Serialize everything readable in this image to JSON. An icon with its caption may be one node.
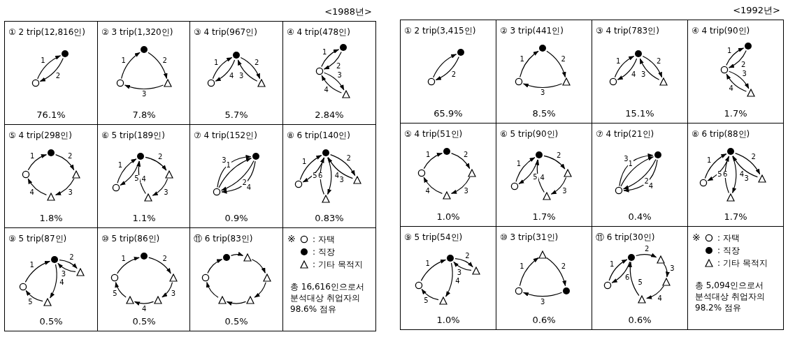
{
  "diagram": {
    "nodes": [
      {
        "text": [
          "<1988년>"
        ]
      },
      {
        "text": [
          "① 2 trip(12,816인)",
          "76.1%"
        ],
        "in": 0
      },
      {
        "text": [],
        "shape": "dot",
        "in": 1
      },
      {
        "text": [],
        "shape": "circle",
        "in": 1
      },
      {
        "text": [
          "② 3 trip(1,320인)",
          "7.8%"
        ],
        "in": 0
      },
      {
        "text": [],
        "shape": "dot",
        "in": 4
      },
      {
        "text": [],
        "shape": "circle",
        "in": 4
      },
      {
        "text": [],
        "shape": "triangle",
        "in": 4
      },
      {
        "text": [
          "③ 4 trip(967인)",
          "5.7%"
        ],
        "in": 0
      },
      {
        "text": [],
        "shape": "dot",
        "in": 8
      },
      {
        "text": [],
        "shape": "circle",
        "in": 8
      },
      {
        "text": [],
        "shape": "triangle",
        "in": 8
      },
      {
        "text": [
          "④ 4 trip(478인)",
          "2.84%"
        ],
        "in": 0
      },
      {
        "text": [],
        "shape": "dot",
        "in": 12
      },
      {
        "text": [],
        "shape": "circle",
        "in": 12
      },
      {
        "text": [],
        "shape": "triangle",
        "in": 12
      },
      {
        "text": [
          "⑤ 4 trip(298인)",
          "1.8%"
        ],
        "in": 0
      },
      {
        "text": [],
        "shape": "dot",
        "in": 16
      },
      {
        "text": [],
        "shape": "circle",
        "in": 16
      },
      {
        "text": [],
        "shape": "triangle",
        "in": 16
      },
      {
        "text": [],
        "shape": "triangle",
        "in": 16
      },
      {
        "text": [
          "⑥ 5 trip(189인)",
          "1.1%"
        ],
        "in": 0
      },
      {
        "text": [],
        "shape": "dot",
        "in": 21
      },
      {
        "text": [],
        "shape": "triangle",
        "in": 21
      },
      {
        "text": [],
        "shape": "circle",
        "in": 21
      },
      {
        "text": [],
        "shape": "triangle",
        "in": 21
      },
      {
        "text": [
          "⑦ 4 trip(152인)",
          "0.9%"
        ],
        "in": 0
      },
      {
        "text": [],
        "shape": "dot",
        "in": 26
      },
      {
        "text": [],
        "shape": "circle",
        "in": 26
      },
      {
        "text": [
          "⑧ 6 trip(140인)",
          "0.83%"
        ],
        "in": 0
      },
      {
        "text": [],
        "shape": "dot",
        "in": 29
      },
      {
        "text": [],
        "shape": "triangle",
        "in": 29
      },
      {
        "text": [],
        "shape": "circle",
        "in": 29
      },
      {
        "text": [],
        "shape": "triangle",
        "in": 29
      },
      {
        "text": [
          "⑨ 5 trip(87인)",
          "0.5%"
        ],
        "in": 0
      },
      {
        "text": [],
        "shape": "dot",
        "in": 34
      },
      {
        "text": [],
        "shape": "triangle",
        "in": 34
      },
      {
        "text": [],
        "shape": "circle",
        "in": 34
      },
      {
        "text": [],
        "shape": "triangle",
        "in": 34
      },
      {
        "text": [
          "⑩ 5 trip(86인)",
          "0.5%"
        ],
        "in": 0
      },
      {
        "text": [],
        "shape": "dot",
        "in": 39
      },
      {
        "text": [],
        "shape": "circle",
        "in": 39
      },
      {
        "text": [],
        "shape": "triangle",
        "in": 39
      },
      {
        "text": [],
        "shape": "triangle",
        "in": 39
      },
      {
        "text": [],
        "shape": "triangle",
        "in": 39
      },
      {
        "text": [
          "⑪ 6 trip(83인)",
          "0.5%"
        ],
        "in": 0
      },
      {
        "text": [],
        "shape": "dot",
        "in": 45
      },
      {
        "text": [],
        "shape": "triangle",
        "in": 45
      },
      {
        "text": [],
        "shape": "circle",
        "in": 45
      },
      {
        "text": [],
        "shape": "triangle",
        "in": 45
      },
      {
        "text": [],
        "shape": "triangle",
        "in": 45
      },
      {
        "text": [],
        "shape": "triangle",
        "in": 45
      },
      {
        "text": [
          "총 16,616인으로서 분석대상 취업자의 98.6% 점유"
        ],
        "in": 0
      },
      {
        "text": [
          "<1992년>"
        ]
      },
      {
        "text": [
          "① 2 trip(3,415인)",
          "65.9%"
        ],
        "in": 53
      },
      {
        "text": [],
        "shape": "dot",
        "in": 54
      },
      {
        "text": [],
        "shape": "circle",
        "in": 54
      },
      {
        "text": [
          "② 3 trip(441인)",
          "8.5%"
        ],
        "in": 53
      },
      {
        "text": [],
        "shape": "dot",
        "in": 57
      },
      {
        "text": [],
        "shape": "circle",
        "in": 57
      },
      {
        "text": [],
        "shape": "triangle",
        "in": 57
      },
      {
        "text": [
          "③ 4 trip(783인)",
          "15.1%"
        ],
        "in": 53
      },
      {
        "text": [],
        "shape": "dot",
        "in": 61
      },
      {
        "text": [],
        "shape": "circle",
        "in": 61
      },
      {
        "text": [],
        "shape": "triangle",
        "in": 61
      },
      {
        "text": [
          "④ 4 trip(90인)",
          "1.7%"
        ],
        "in": 53
      },
      {
        "text": [],
        "shape": "dot",
        "in": 65
      },
      {
        "text": [],
        "shape": "circle",
        "in": 65
      },
      {
        "text": [],
        "shape": "triangle",
        "in": 65
      },
      {
        "text": [
          "⑤ 4 trip(51인)",
          "1.0%"
        ],
        "in": 53
      },
      {
        "text": [],
        "shape": "dot",
        "in": 69
      },
      {
        "text": [],
        "shape": "circle",
        "in": 69
      },
      {
        "text": [],
        "shape": "triangle",
        "in": 69
      },
      {
        "text": [],
        "shape": "triangle",
        "in": 69
      },
      {
        "text": [
          "⑥ 5 trip(90인)",
          "1.7%"
        ],
        "in": 53
      },
      {
        "text": [],
        "shape": "dot",
        "in": 74
      },
      {
        "text": [],
        "shape": "triangle",
        "in": 74
      },
      {
        "text": [],
        "shape": "circle",
        "in": 74
      },
      {
        "text": [],
        "shape": "triangle",
        "in": 74
      },
      {
        "text": [
          "⑦ 4 trip(21인)",
          "0.4%"
        ],
        "in": 53
      },
      {
        "text": [],
        "shape": "dot",
        "in": 79
      },
      {
        "text": [],
        "shape": "circle",
        "in": 79
      },
      {
        "text": [
          "⑧ 6 trip(88인)",
          "1.7%"
        ],
        "in": 53
      },
      {
        "text": [],
        "shape": "dot",
        "in": 82
      },
      {
        "text": [],
        "shape": "triangle",
        "in": 82
      },
      {
        "text": [],
        "shape": "circle",
        "in": 82
      },
      {
        "text": [],
        "shape": "triangle",
        "in": 82
      },
      {
        "text": [
          "⑨ 5 trip(54인)",
          "1.0%"
        ],
        "in": 53
      },
      {
        "text": [],
        "shape": "dot",
        "in": 87
      },
      {
        "text": [],
        "shape": "triangle",
        "in": 87
      },
      {
        "text": [],
        "shape": "circle",
        "in": 87
      },
      {
        "text": [],
        "shape": "triangle",
        "in": 87
      },
      {
        "text": [
          "⑩ 3 trip(31인)",
          "0.6%"
        ],
        "in": 53
      },
      {
        "text": [],
        "shape": "triangle",
        "in": 92
      },
      {
        "text": [],
        "shape": "circle",
        "in": 92
      },
      {
        "text": [],
        "shape": "dot",
        "in": 92
      },
      {
        "text": [
          "⑪ 6 trip(30인)",
          "0.6%"
        ],
        "in": 53
      },
      {
        "text": [],
        "shape": "dot",
        "in": 96
      },
      {
        "text": [],
        "shape": "triangle",
        "in": 96
      },
      {
        "text": [],
        "shape": "circle",
        "in": 96
      },
      {
        "text": [],
        "shape": "triangle",
        "in": 96
      },
      {
        "text": [],
        "shape": "triangle",
        "in": 96
      },
      {
        "text": [
          "총 5,094인으로서 분석대상 취업자의 98.2% 점유"
        ],
        "in": 53
      }
    ],
    "edges": [
      {
        "from": 3,
        "to": 2,
        "arrow": "to",
        "label": "1"
      },
      {
        "from": 2,
        "to": 3,
        "arrow": "to",
        "label": "2"
      },
      {
        "from": 6,
        "to": 5,
        "arrow": "to",
        "label": "1"
      },
      {
        "from": 5,
        "to": 7,
        "arrow": "to",
        "label": "2"
      },
      {
        "from": 7,
        "to": 6,
        "arrow": "to",
        "label": "3"
      },
      {
        "from": 10,
        "to": 9,
        "arrow": "to",
        "label": "1"
      },
      {
        "from": 9,
        "to": 11,
        "arrow": "to",
        "label": "2"
      },
      {
        "from": 11,
        "to": 9,
        "arrow": "to",
        "label": "3"
      },
      {
        "from": 9,
        "to": 10,
        "arrow": "to",
        "label": "4"
      },
      {
        "from": 14,
        "to": 13,
        "arrow": "to",
        "label": "1"
      },
      {
        "from": 13,
        "to": 14,
        "arrow": "to",
        "label": "2"
      },
      {
        "from": 14,
        "to": 15,
        "arrow": "to",
        "label": "3"
      },
      {
        "from": 15,
        "to": 14,
        "arrow": "to",
        "label": "4"
      },
      {
        "from": 18,
        "to": 17,
        "arrow": "to",
        "label": "1"
      },
      {
        "from": 17,
        "to": 19,
        "arrow": "to",
        "label": "2"
      },
      {
        "from": 19,
        "to": 20,
        "arrow": "to",
        "label": "3"
      },
      {
        "from": 20,
        "to": 18,
        "arrow": "to",
        "label": "4"
      },
      {
        "from": 24,
        "to": 22,
        "arrow": "to",
        "label": "1"
      },
      {
        "from": 22,
        "to": 23,
        "arrow": "to",
        "label": "2"
      },
      {
        "from": 23,
        "to": 25,
        "arrow": "to",
        "label": "3"
      },
      {
        "from": 25,
        "to": 22,
        "arrow": "to",
        "label": "4"
      },
      {
        "from": 22,
        "to": 24,
        "arrow": "to",
        "label": "5"
      },
      {
        "from": 28,
        "to": 27,
        "arrow": "to",
        "label": "1"
      },
      {
        "from": 27,
        "to": 28,
        "arrow": "to",
        "label": "2"
      },
      {
        "from": 28,
        "to": 27,
        "arrow": "to",
        "label": "3"
      },
      {
        "from": 27,
        "to": 28,
        "arrow": "to",
        "label": "4"
      },
      {
        "from": 32,
        "to": 30,
        "arrow": "to",
        "label": "1"
      },
      {
        "from": 30,
        "to": 31,
        "arrow": "to",
        "label": "2"
      },
      {
        "from": 31,
        "to": 30,
        "arrow": "to",
        "label": "3"
      },
      {
        "from": 30,
        "to": 33,
        "arrow": "to",
        "label": "4"
      },
      {
        "from": 33,
        "to": 30,
        "arrow": "to",
        "label": "5"
      },
      {
        "from": 30,
        "to": 32,
        "arrow": "to",
        "label": "6"
      },
      {
        "from": 37,
        "to": 35,
        "arrow": "to",
        "label": "1"
      },
      {
        "from": 35,
        "to": 36,
        "arrow": "to",
        "label": "2"
      },
      {
        "from": 36,
        "to": 35,
        "arrow": "to",
        "label": "3"
      },
      {
        "from": 35,
        "to": 38,
        "arrow": "to",
        "label": "4"
      },
      {
        "from": 38,
        "to": 37,
        "arrow": "to",
        "label": "5"
      },
      {
        "from": 41,
        "to": 40,
        "arrow": "to",
        "label": "1"
      },
      {
        "from": 40,
        "to": 42,
        "arrow": "to",
        "label": "2"
      },
      {
        "from": 42,
        "to": 44,
        "arrow": "to",
        "label": "3"
      },
      {
        "from": 44,
        "to": 43,
        "arrow": "to",
        "label": "4"
      },
      {
        "from": 43,
        "to": 41,
        "arrow": "to",
        "label": "5"
      },
      {
        "from": 48,
        "to": 46,
        "arrow": "to"
      },
      {
        "from": 46,
        "to": 47,
        "arrow": "to"
      },
      {
        "from": 47,
        "to": 49,
        "arrow": "to"
      },
      {
        "from": 49,
        "to": 51,
        "arrow": "to"
      },
      {
        "from": 51,
        "to": 50,
        "arrow": "to"
      },
      {
        "from": 50,
        "to": 48,
        "arrow": "to"
      },
      {
        "from": 56,
        "to": 55,
        "arrow": "to"
      },
      {
        "from": 55,
        "to": 56,
        "arrow": "to",
        "label": "2"
      },
      {
        "from": 59,
        "to": 58,
        "arrow": "to",
        "label": "1"
      },
      {
        "from": 58,
        "to": 60,
        "arrow": "to",
        "label": "2"
      },
      {
        "from": 60,
        "to": 59,
        "arrow": "to",
        "label": "3"
      },
      {
        "from": 63,
        "to": 62,
        "arrow": "to",
        "label": "1"
      },
      {
        "from": 62,
        "to": 64,
        "arrow": "to",
        "label": "2"
      },
      {
        "from": 64,
        "to": 62,
        "arrow": "to",
        "label": "3"
      },
      {
        "from": 62,
        "to": 63,
        "arrow": "to",
        "label": "4"
      },
      {
        "from": 67,
        "to": 66,
        "arrow": "to",
        "label": "1"
      },
      {
        "from": 66,
        "to": 67,
        "arrow": "to",
        "label": "2"
      },
      {
        "from": 67,
        "to": 68,
        "arrow": "to",
        "label": "3"
      },
      {
        "from": 68,
        "to": 67,
        "arrow": "to",
        "label": "4"
      },
      {
        "from": 71,
        "to": 70,
        "arrow": "to",
        "label": "1"
      },
      {
        "from": 70,
        "to": 72,
        "arrow": "to",
        "label": "2"
      },
      {
        "from": 72,
        "to": 73,
        "arrow": "to",
        "label": "3"
      },
      {
        "from": 73,
        "to": 71,
        "arrow": "to",
        "label": "4"
      },
      {
        "from": 77,
        "to": 75,
        "arrow": "to",
        "label": "1"
      },
      {
        "from": 75,
        "to": 76,
        "arrow": "to",
        "label": "2"
      },
      {
        "from": 76,
        "to": 78,
        "arrow": "to",
        "label": "3"
      },
      {
        "from": 78,
        "to": 75,
        "arrow": "to",
        "label": "4"
      },
      {
        "from": 75,
        "to": 77,
        "arrow": "to",
        "label": "5"
      },
      {
        "from": 81,
        "to": 80,
        "arrow": "to",
        "label": "1"
      },
      {
        "from": 80,
        "to": 81,
        "arrow": "to",
        "label": "2"
      },
      {
        "from": 81,
        "to": 80,
        "arrow": "to",
        "label": "3"
      },
      {
        "from": 80,
        "to": 81,
        "arrow": "to",
        "label": "4"
      },
      {
        "from": 85,
        "to": 83,
        "arrow": "to",
        "label": "1"
      },
      {
        "from": 83,
        "to": 84,
        "arrow": "to",
        "label": "2"
      },
      {
        "from": 84,
        "to": 83,
        "arrow": "to",
        "label": "3"
      },
      {
        "from": 83,
        "to": 86,
        "arrow": "to",
        "label": "4"
      },
      {
        "from": 86,
        "to": 83,
        "arrow": "to",
        "label": "5"
      },
      {
        "from": 83,
        "to": 85,
        "arrow": "to",
        "label": "6"
      },
      {
        "from": 90,
        "to": 88,
        "arrow": "to",
        "label": "1"
      },
      {
        "from": 88,
        "to": 89,
        "arrow": "to",
        "label": "2"
      },
      {
        "from": 89,
        "to": 88,
        "arrow": "to",
        "label": "3"
      },
      {
        "from": 88,
        "to": 91,
        "arrow": "to",
        "label": "4"
      },
      {
        "from": 91,
        "to": 90,
        "arrow": "to",
        "label": "5"
      },
      {
        "from": 94,
        "to": 93,
        "arrow": "to",
        "label": "1"
      },
      {
        "from": 93,
        "to": 95,
        "arrow": "to",
        "label": "2"
      },
      {
        "from": 95,
        "to": 94,
        "arrow": "to",
        "label": "3"
      },
      {
        "from": 99,
        "to": 97,
        "arrow": "to",
        "label": "1"
      },
      {
        "from": 97,
        "to": 98,
        "arrow": "to",
        "label": "2"
      },
      {
        "from": 98,
        "to": 100,
        "arrow": "to",
        "label": "3"
      },
      {
        "from": 100,
        "to": 101,
        "arrow": "to",
        "label": "4"
      },
      {
        "from": 101,
        "to": 97,
        "arrow": "to",
        "label": "5"
      },
      {
        "from": 97,
        "to": 99,
        "arrow": "to",
        "label": "6"
      }
    ],
    "labels": [
      "※",
      "※"
    ],
    "legend": [
      {
        "text": ": 자택"
      },
      {
        "text": ": 직장"
      },
      {
        "text": ": 기타 목적지"
      },
      {
        "text": ": 자택"
      },
      {
        "text": ": 직장"
      },
      {
        "text": ": 기타 목적지"
      }
    ]
  }
}
